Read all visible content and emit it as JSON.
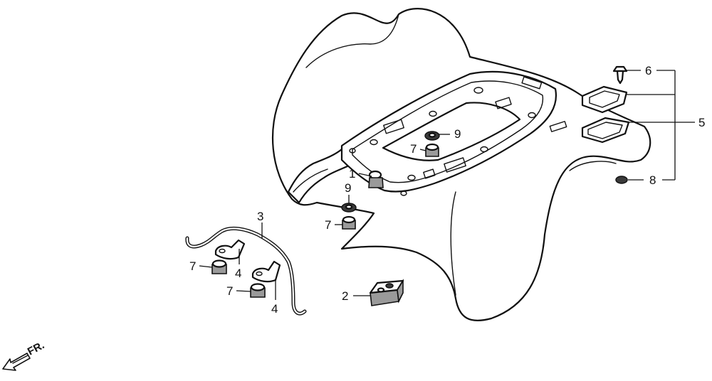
{
  "callouts": {
    "c1": "1",
    "c2": "2",
    "c3": "3",
    "c4a": "4",
    "c4b": "4",
    "c5": "5",
    "c6": "6",
    "c7a": "7",
    "c7b": "7",
    "c7c": "7",
    "c7d": "7",
    "c8": "8",
    "c9a": "9",
    "c9b": "9"
  },
  "direction": {
    "label": "FR."
  }
}
